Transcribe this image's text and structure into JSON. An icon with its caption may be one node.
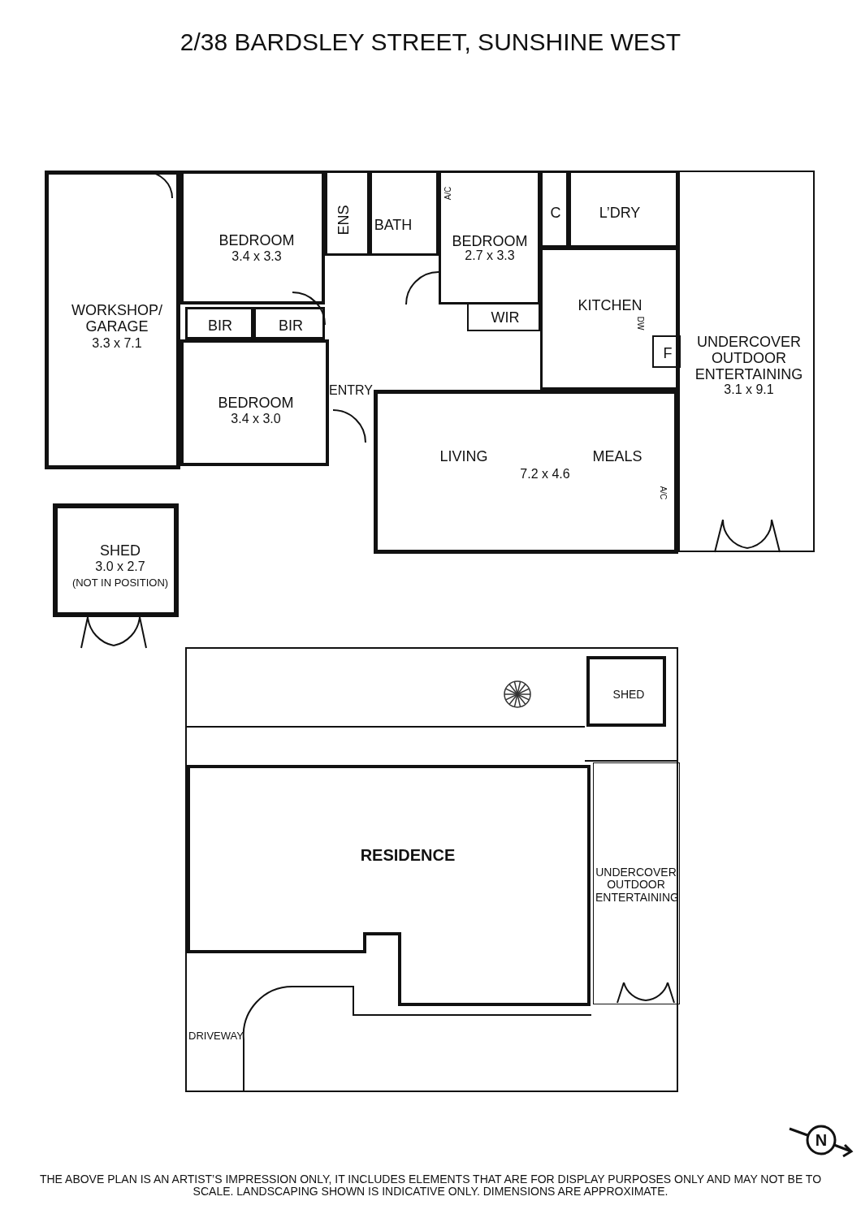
{
  "diagram": {
    "title": "2/38 BARDSLEY STREET, SUNSHINE WEST",
    "caption": "THE ABOVE PLAN IS AN ARTIST’S IMPRESSION ONLY, IT INCLUDES ELEMENTS THAT ARE FOR DISPLAY PURPOSES ONLY AND MAY NOT BE TO SCALE. LANDSCAPING SHOWN IS INDICATIVE ONLY. DIMENSIONS ARE APPROXIMATE.",
    "nodes": [
      {
        "text": [
          "WORKSHOP/ GARAGE",
          "3.3 x 7.1"
        ]
      },
      {
        "text": [
          "BEDROOM",
          "3.4 x 3.3"
        ]
      },
      {
        "text": [
          "ENS"
        ]
      },
      {
        "text": [
          "BATH"
        ]
      },
      {
        "text": [
          "BEDROOM",
          "2.7 x 3.3"
        ]
      },
      {
        "text": [
          "C"
        ]
      },
      {
        "text": [
          "L’DRY"
        ]
      },
      {
        "text": [
          "KITCHEN"
        ]
      },
      {
        "text": [
          "BIR"
        ]
      },
      {
        "text": [
          "BIR"
        ]
      },
      {
        "text": [
          "WIR"
        ]
      },
      {
        "text": [
          "BEDROOM",
          "3.4 x 3.0"
        ]
      },
      {
        "text": [
          "LIVING",
          "7.2 x 4.6",
          "MEALS"
        ]
      },
      {
        "text": [
          "F"
        ],
        "in": 7
      },
      {
        "text": [
          "UNDERCOVER OUTDOOR ENTERTAINING",
          "3.1 x 9.1"
        ]
      },
      {
        "text": [
          "SHED",
          "3.0 x 2.7",
          "(NOT IN POSITION)"
        ]
      },
      {
        "text": [],
        "shape": "box"
      },
      {
        "text": [
          "SHED"
        ],
        "in": 16
      },
      {
        "text": [
          "RESIDENCE"
        ],
        "in": 16
      },
      {
        "text": [
          "UNDERCOVER OUTDOOR ENTERTAINING"
        ],
        "in": 16
      }
    ],
    "labels": [
      "A/C",
      "DW",
      "ENTRY",
      "A/C",
      "DRIVEWAY",
      "N"
    ]
  }
}
